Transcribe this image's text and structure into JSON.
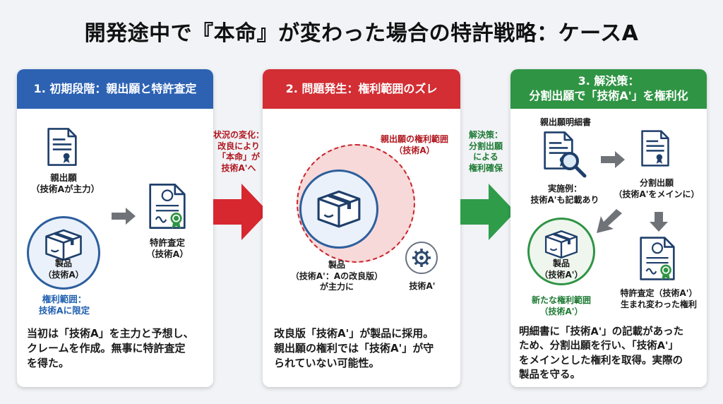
{
  "title": "開発途中で『本命』が変わった場合の特許戦略：ケースA",
  "panel1": {
    "header": "1. 初期段階：親出願と特許査定",
    "parent_app_label_1": "親出願",
    "parent_app_label_2": "（技術Aが主力）",
    "patent_grant_label_1": "特許査定",
    "patent_grant_label_2": "（技術A）",
    "product_label_1": "製品",
    "product_label_2": "（技術A）",
    "scope_label_1": "権利範囲：",
    "scope_label_2": "技術Aに限定",
    "description": [
      "当初は「技術A」を主力と予想し、",
      "クレームを作成。無事に特許査定",
      "を得た。"
    ]
  },
  "arrow1": {
    "lines": [
      "状況の変化：",
      "改良により",
      "「本命」が",
      "技術A'へ"
    ]
  },
  "panel2": {
    "header": "2. 問題発生：権利範囲のズレ",
    "scope_label_1": "親出願の権利範囲",
    "scope_label_2": "（技術A）",
    "product_label_1": "製品",
    "product_label_2": "（技術A'：Aの改良版）",
    "product_label_3": "が主力に",
    "tech_label": "技術A'",
    "description": [
      "改良版「技術A'」が製品に採用。",
      "親出願の権利では「技術A'」が守",
      "られていない可能性。"
    ]
  },
  "arrow2": {
    "lines": [
      "解決策：",
      "分割出願",
      "による",
      "権利確保"
    ]
  },
  "panel3": {
    "header_1": "3. 解決策：",
    "header_2": "分割出願で「技術A'」を権利化",
    "spec_label": "親出願明細書",
    "example_label_1": "実施例：",
    "example_label_2": "技術A'も記載あり",
    "divisional_label_1": "分割出願",
    "divisional_label_2": "（技術A'をメインに）",
    "product_label_1": "製品",
    "product_label_2": "（技術A'）",
    "new_scope_label_1": "新たな権利範囲",
    "new_scope_label_2": "（技術A'）",
    "new_patent_label_1": "特許査定（技術A'）",
    "new_patent_label_2": "生まれ変わった権利",
    "description": [
      "明細書に「技術A'」の記載があった",
      "ため、分割出願を行い、「技術A'」",
      "をメインとした権利を取得。実際の",
      "製品を守る。"
    ]
  },
  "colors": {
    "blue": "#2d62b3",
    "red": "#d22e34",
    "green": "#2f9444"
  }
}
